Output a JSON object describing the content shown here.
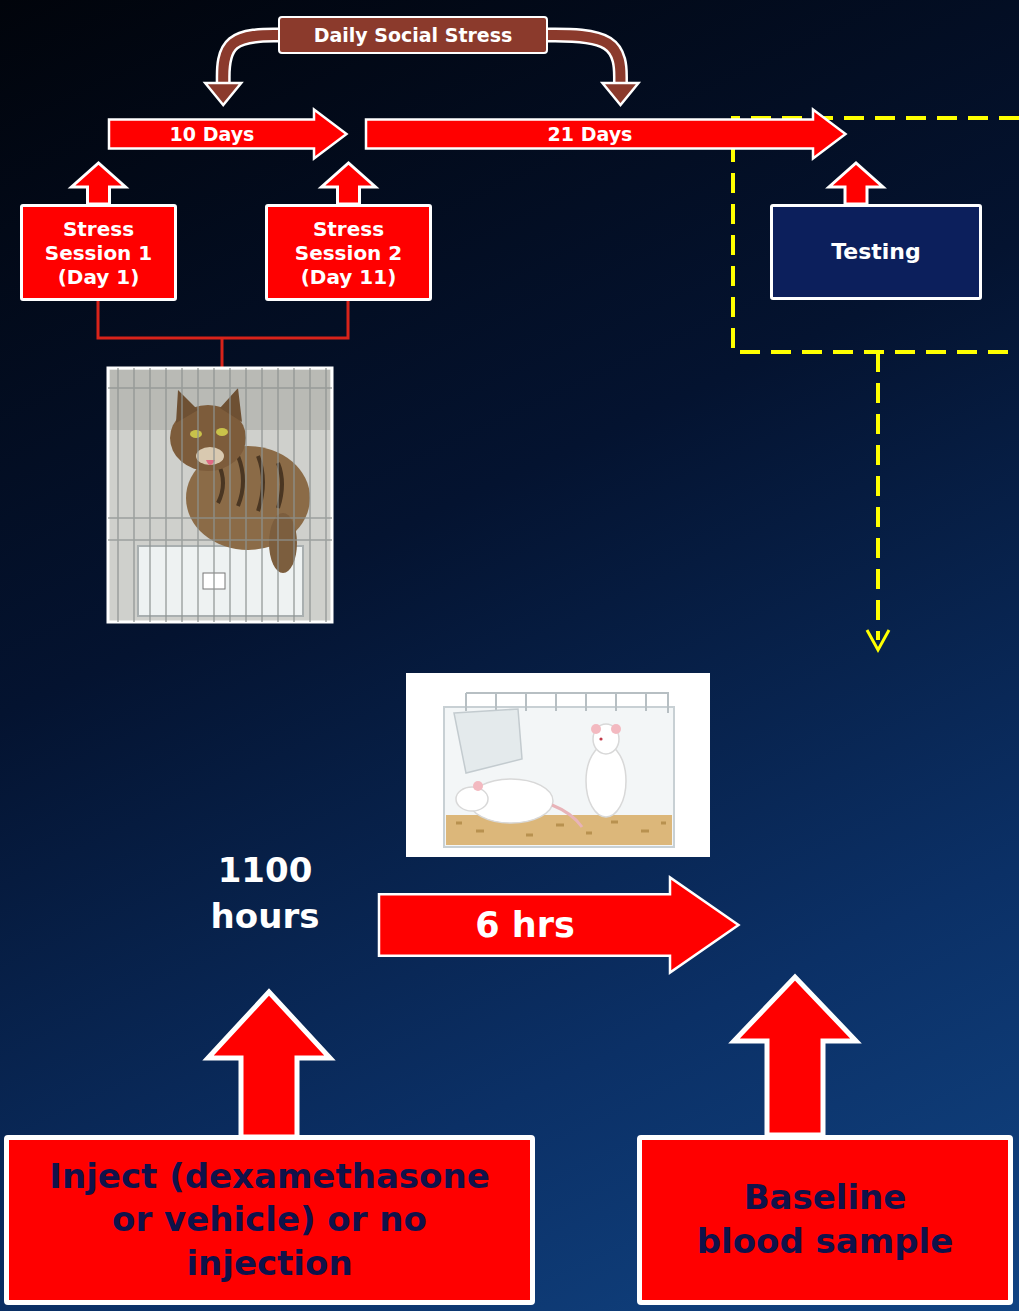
{
  "diagram": {
    "nodes": [
      {
        "text": [
          "Daily Social Stress"
        ]
      },
      {
        "text": [
          "10 Days"
        ]
      },
      {
        "text": [
          "21 Days"
        ]
      },
      {
        "text": [
          "Stress Session 1 (Day 1)"
        ]
      },
      {
        "text": [
          "Stress Session 2 (Day 11)"
        ]
      },
      {
        "text": [
          "Testing"
        ]
      },
      {
        "text": [
          "6 hrs"
        ]
      },
      {
        "text": [
          "Inject (dexamethasone or vehicle) or no injection"
        ]
      },
      {
        "text": [
          "Baseline blood sample"
        ]
      }
    ],
    "edges": [
      {
        "from": 0,
        "to": 1,
        "arrow": "to"
      },
      {
        "from": 0,
        "to": 2,
        "arrow": "to"
      },
      {
        "from": 3,
        "to": 1,
        "arrow": "to"
      },
      {
        "from": 4,
        "to": 1,
        "arrow": "to"
      },
      {
        "from": 5,
        "to": 2,
        "arrow": "to"
      },
      {
        "from": 8,
        "to": 6,
        "arrow": "to"
      }
    ],
    "labels": [
      "1100 hours"
    ]
  }
}
